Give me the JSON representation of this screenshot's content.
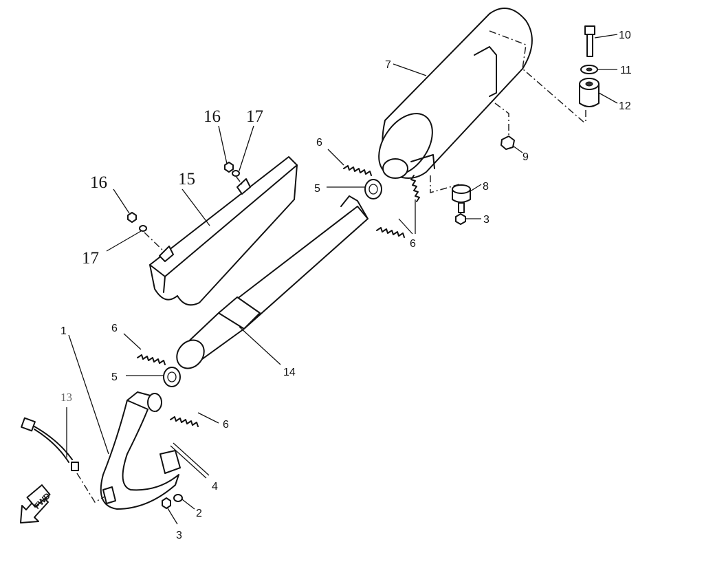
{
  "diagram": {
    "title": "",
    "callouts": {
      "c1": "1",
      "c2": "2",
      "c3a": "3",
      "c3b": "3",
      "c4": "4",
      "c5a": "5",
      "c5b": "5",
      "c6a": "6",
      "c6b": "6",
      "c6c": "6",
      "c6d": "6",
      "c7": "7",
      "c8": "8",
      "c9": "9",
      "c10": "10",
      "c11": "11",
      "c12": "12",
      "c13": "13",
      "c14": "14",
      "c15": "15",
      "c16a": "16",
      "c16b": "16",
      "c17a": "17",
      "c17b": "17"
    },
    "direction_badge": "FWD"
  }
}
